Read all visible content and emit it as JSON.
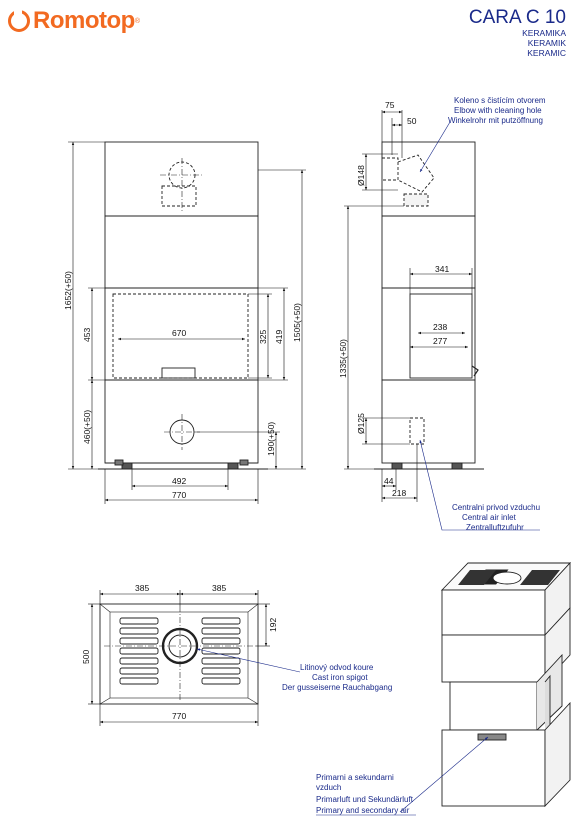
{
  "brand": "Romotop",
  "brand_mark": "®",
  "model": "CARA C 10",
  "variants": [
    "KERAMIKA",
    "KERAMIK",
    "KERAMIC"
  ],
  "front_view": {
    "dim_total_height": "1652(+50)",
    "dim_stove_height": "1505(+50)",
    "dim_upper_block": "453",
    "dim_firebox_height": "419",
    "dim_glass_height": "325",
    "dim_lower_height": "460(+50)",
    "dim_lower_axis": "190(+50)",
    "dim_glass_width": "670",
    "dim_feet_width": "492",
    "dim_total_width": "770"
  },
  "side_view": {
    "dim_75": "75",
    "dim_50": "50",
    "dim_diameter_148": "Ø148",
    "dim_341": "341",
    "dim_238": "238",
    "dim_277": "277",
    "dim_1335": "1335(+50)",
    "dim_diameter_125": "Ø125",
    "dim_44": "44",
    "dim_218": "218",
    "elbow_note": [
      "Koleno s čistícím otvorem",
      "Elbow with cleaning hole",
      "Winkelrohr mit putzöffnung"
    ],
    "central_air_note": [
      "Centralni privod vzduchu",
      "Central air inlet",
      "Zentralluftzufuhr"
    ]
  },
  "top_view": {
    "dim_385_left": "385",
    "dim_385_right": "385",
    "dim_500": "500",
    "dim_192": "192",
    "dim_770": "770",
    "spigot_note": [
      "Litinový odvod koure",
      "Cast iron spigot",
      "Der gusseiserne Rauchabgang"
    ]
  },
  "iso_view": {
    "air_note": [
      "Primarni a sekundarni",
      "vzduch",
      "Primarluft und Sekundärluft",
      "Primary and secondary air"
    ]
  },
  "colors": {
    "brand_orange": "#f26a21",
    "note_blue": "#1a2a8a"
  }
}
